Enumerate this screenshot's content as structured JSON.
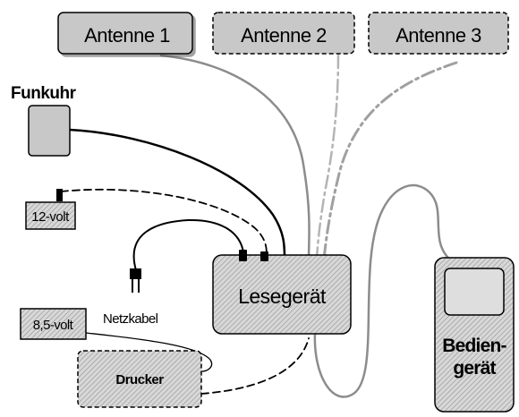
{
  "labels": {
    "antenna1": "Antenne 1",
    "antenna2": "Antenne 2",
    "antenna3": "Antenne 3",
    "radio_clock": "Funkuhr",
    "battery_12v": "12-volt",
    "battery_8v": "8,5-volt",
    "power_cable": "Netzkabel",
    "printer": "Drucker",
    "reader": "Lesegerät",
    "operator_line1": "Bedien-",
    "operator_line2": "gerät"
  },
  "colors": {
    "box_fill": "#c8c8c8",
    "hatch_fill": "#cfcfcf",
    "cable_dark": "#000000",
    "cable_grey": "#8c8c8c",
    "cable_light": "#b4b4b4"
  }
}
